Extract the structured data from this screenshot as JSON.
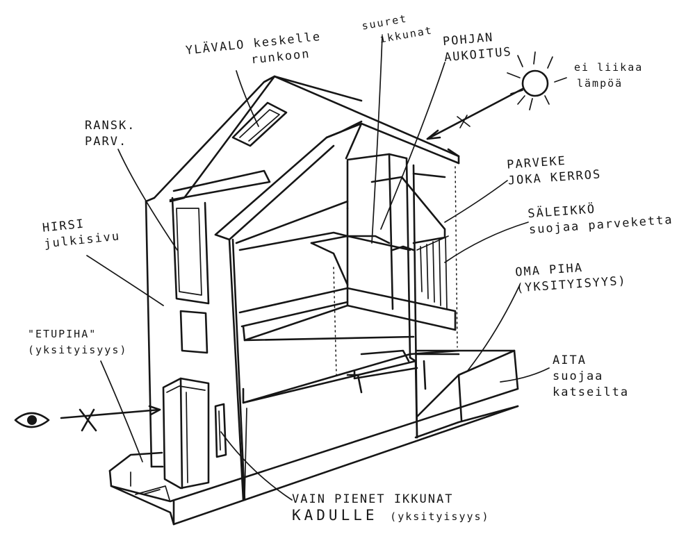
{
  "annotations": {
    "skylight": {
      "line1": "YLÄVALO keskelle",
      "line2": "runkoon"
    },
    "large_windows": {
      "line1": "suuret",
      "line2": "ikkunat"
    },
    "north_opening": {
      "line1": "POHJAN",
      "line2": "AUKOITUS"
    },
    "sun_heat": {
      "line1": "ei liikaa",
      "line2": "lämpöä"
    },
    "french_balcony": {
      "line1": "RANSK.",
      "line2": "PARV."
    },
    "balcony": {
      "line1": "PARVEKE",
      "line2": "JOKA KERROS"
    },
    "log_facade": {
      "line1": "HIRSI",
      "line2": "julkisivu"
    },
    "slatted_screen": {
      "line1": "SÄLEIKKÖ",
      "line2": "suojaa parveketta"
    },
    "own_yard": {
      "line1": "OMA PIHA",
      "line2": "(YKSITYISYYS)"
    },
    "front_yard": {
      "line1": "\"ETUPIHA\"",
      "line2": "(yksityisyys)"
    },
    "fence": {
      "line1": "AITA",
      "line2": "suojaa",
      "line3": "katseilta"
    },
    "small_windows": {
      "line1": "VAIN PIENET IKKUNAT",
      "line2": "KADULLE",
      "line3": "(yksityisyys)"
    }
  },
  "icons": {
    "eye": "eye-icon",
    "sun": "sun-icon",
    "blocked_view": "cross-mark-icon"
  },
  "colors": {
    "ink": "#161616",
    "paper": "#ffffff"
  }
}
